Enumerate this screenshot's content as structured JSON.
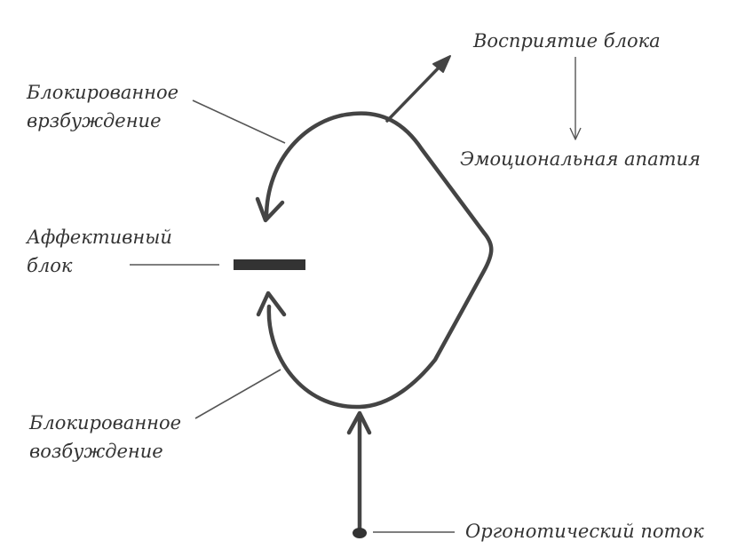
{
  "labels": {
    "perception": "Восприятие блока",
    "apathy": "Эмоциональная апатия",
    "upper_blocked": [
      "Блокированное",
      "врзбуждение"
    ],
    "affective_block": [
      "Аффективный",
      "блок"
    ],
    "lower_blocked": [
      "Блокированное",
      "возбуждение"
    ],
    "orgonotic": "Оргонотический поток"
  },
  "colors": {
    "ink": "#333333",
    "line": "#555555"
  }
}
